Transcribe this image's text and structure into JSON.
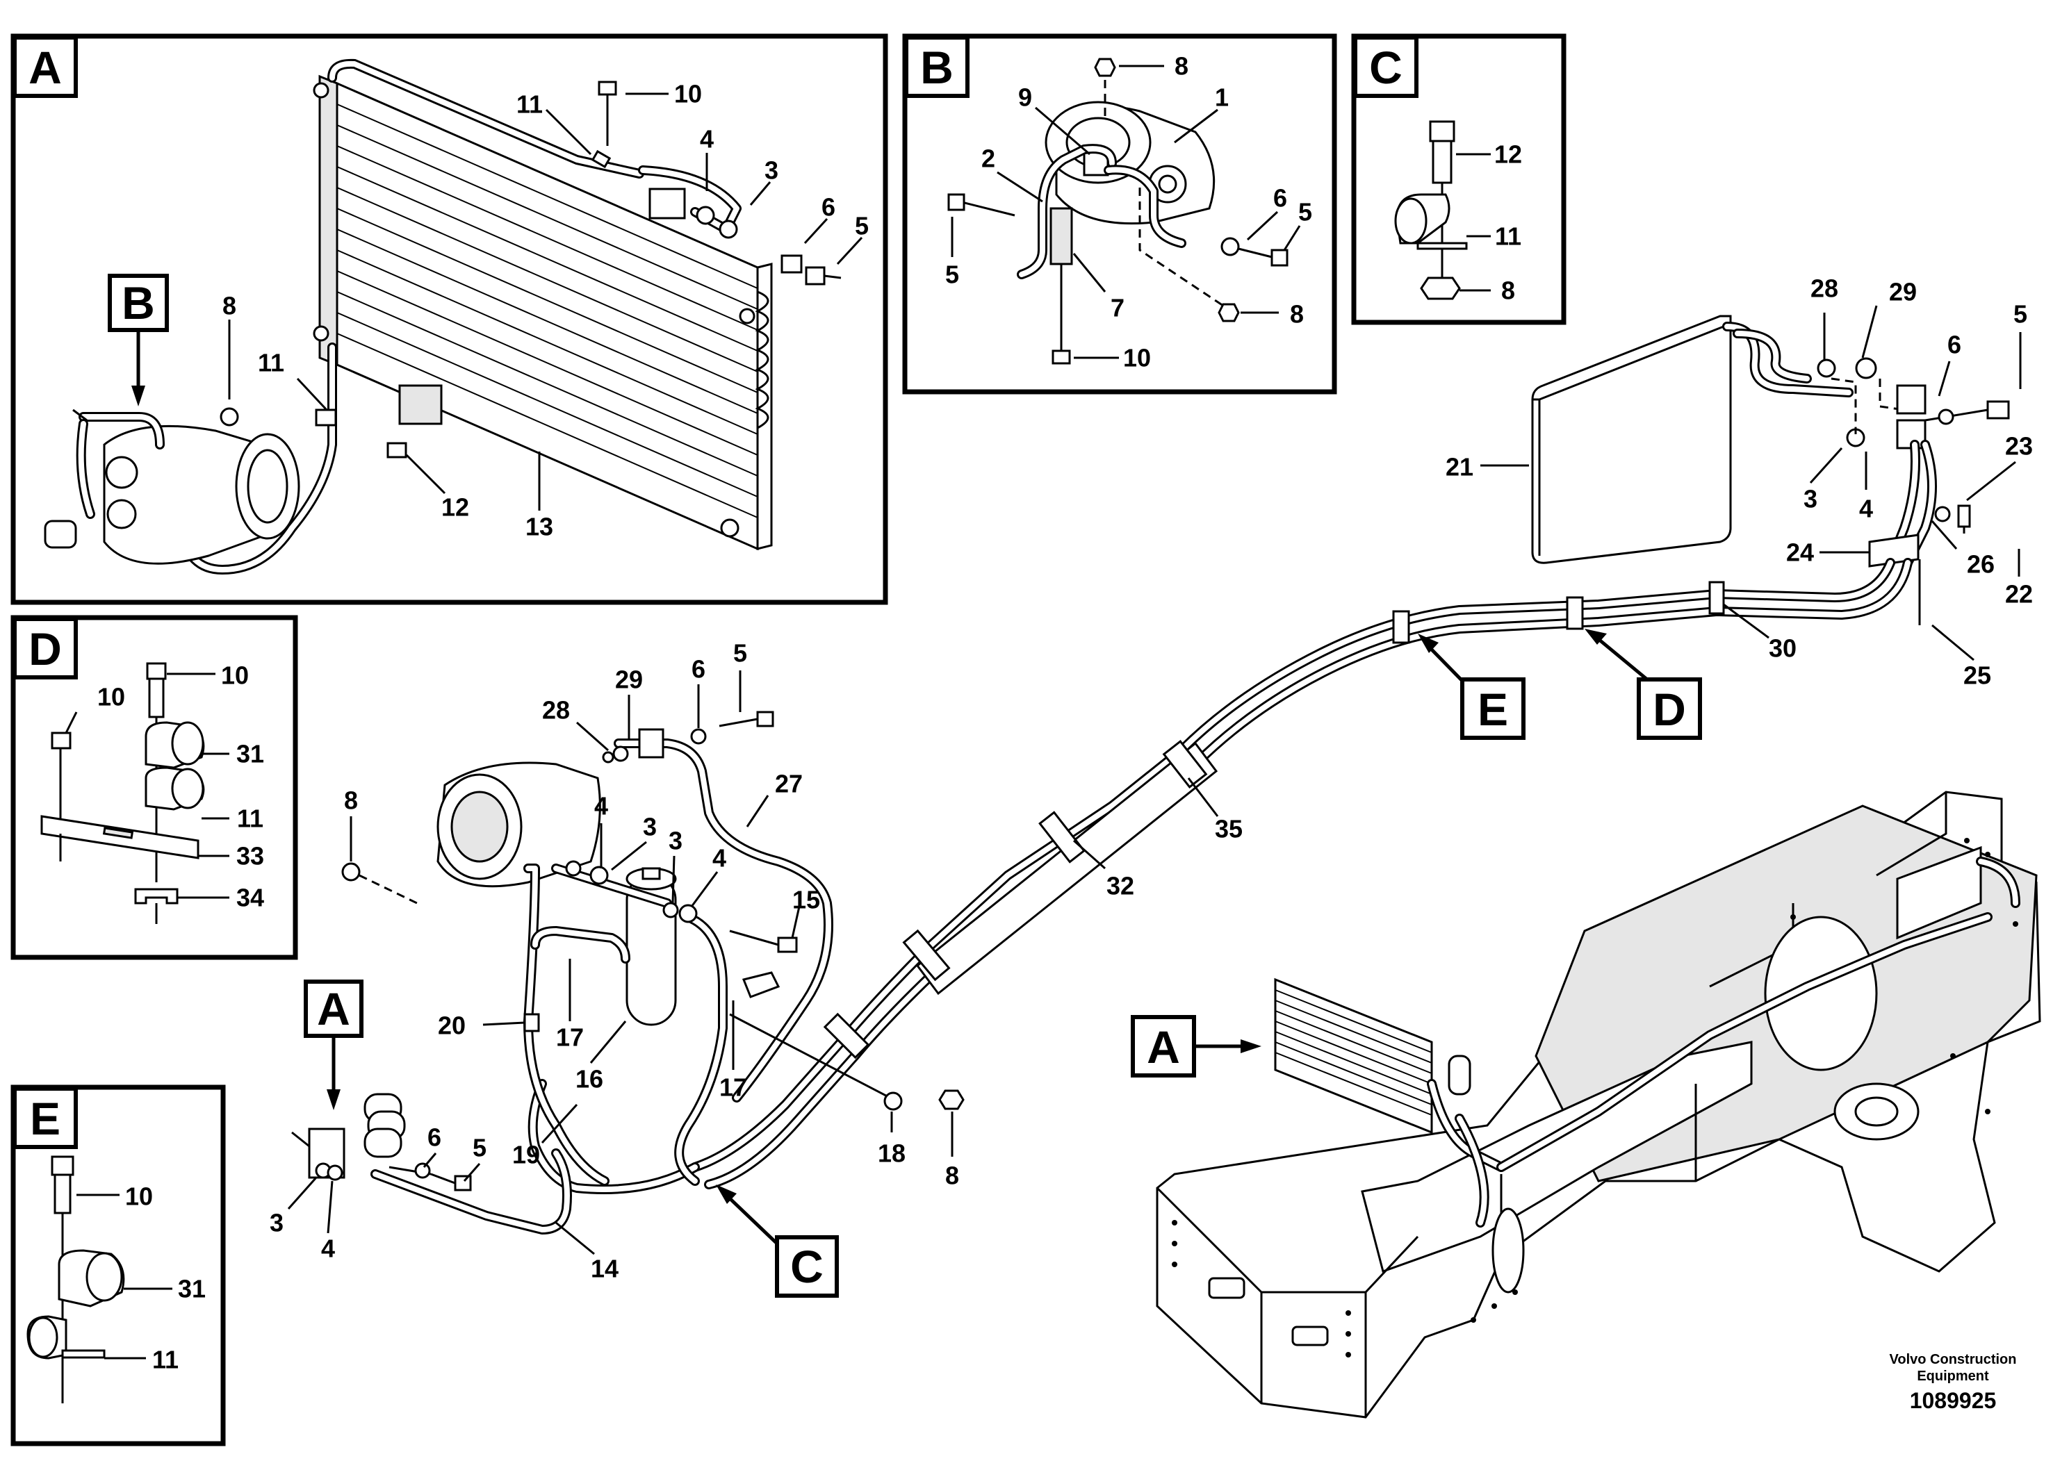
{
  "callouts": {
    "A": "A",
    "B": "B",
    "C": "C",
    "D": "D",
    "E": "E"
  },
  "numbers": {
    "n1": "1",
    "n2": "2",
    "n3": "3",
    "n4": "4",
    "n5": "5",
    "n6": "6",
    "n7": "7",
    "n8": "8",
    "n9": "9",
    "n10": "10",
    "n11": "11",
    "n12": "12",
    "n13": "13",
    "n14": "14",
    "n15": "15",
    "n16": "16",
    "n17": "17",
    "n18": "18",
    "n19": "19",
    "n20": "20",
    "n21": "21",
    "n22": "22",
    "n23": "23",
    "n24": "24",
    "n25": "25",
    "n26": "26",
    "n27": "27",
    "n28": "28",
    "n29": "29",
    "n30": "30",
    "n31": "31",
    "n32": "32",
    "n33": "33",
    "n34": "34",
    "n35": "35"
  },
  "footer": {
    "brand_line1": "Volvo Construction",
    "brand_line2": "Equipment",
    "doc_number": "1089925"
  }
}
